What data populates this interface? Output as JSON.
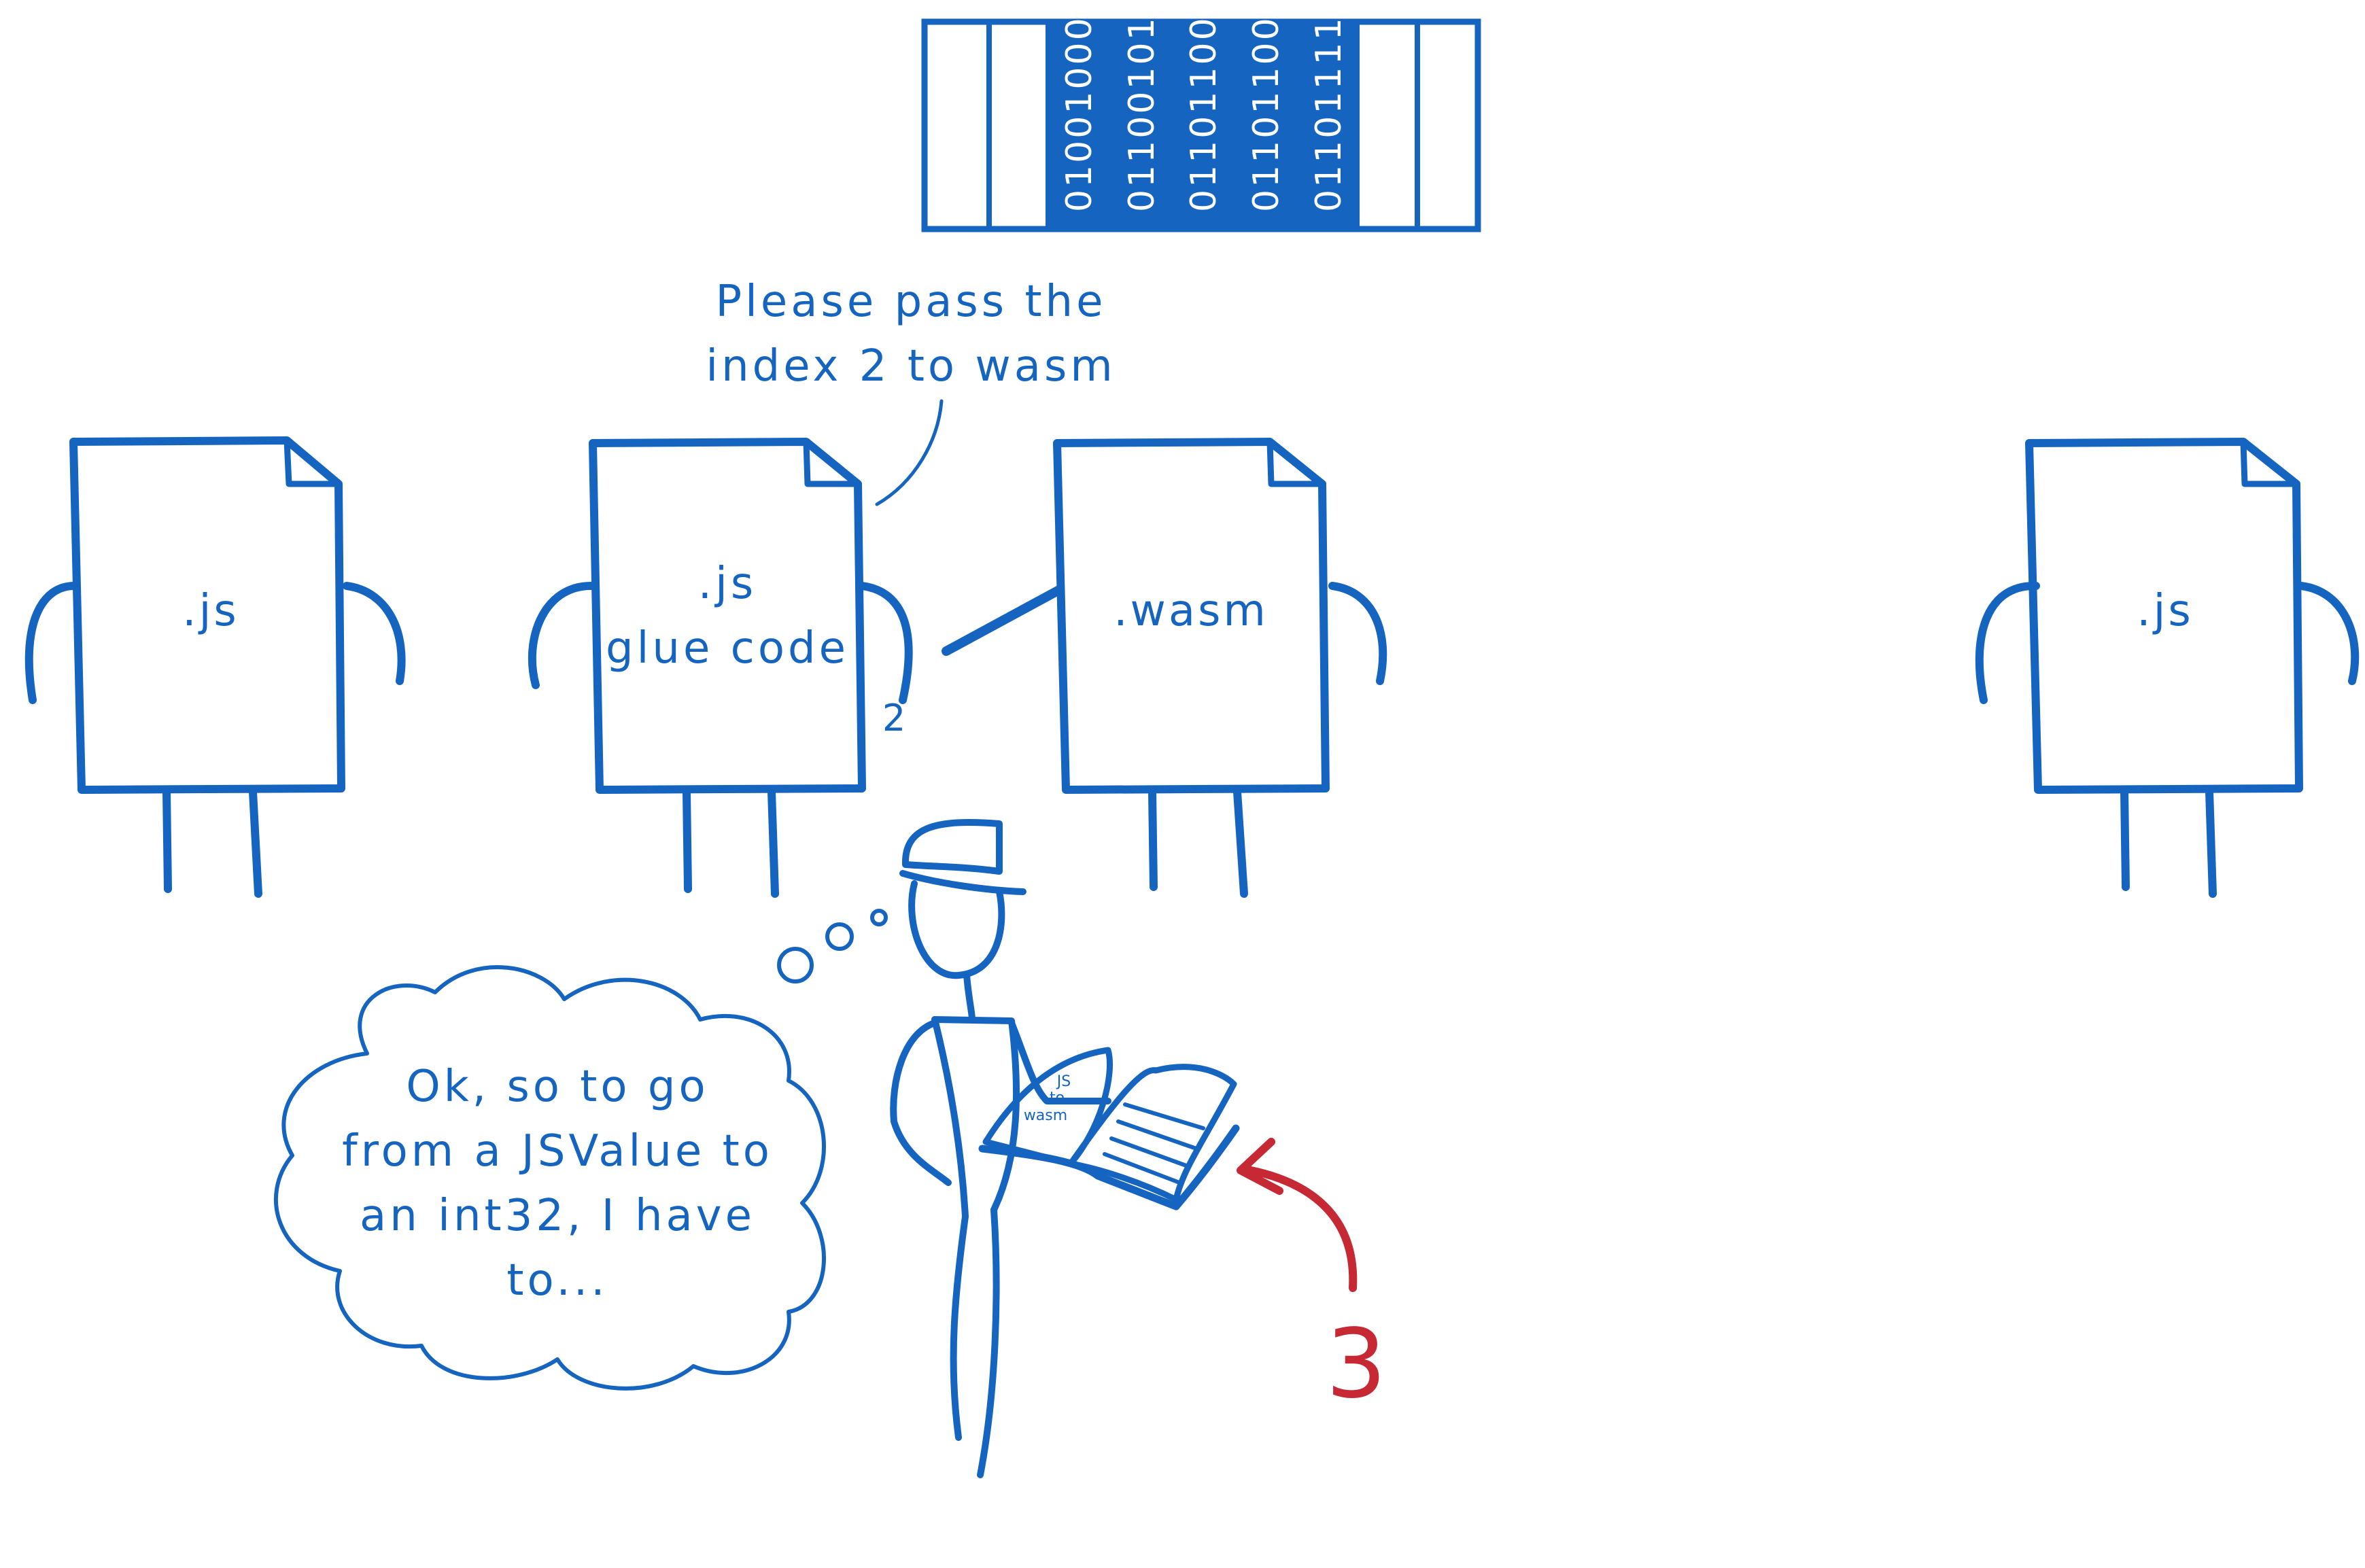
{
  "colors": {
    "ink": "#1565c0",
    "accent": "#c62834",
    "paper": "#ffffff"
  },
  "memory": {
    "bytes": [
      "01001000",
      "01100101",
      "01101100",
      "01101100",
      "01101111"
    ]
  },
  "speech": {
    "line1": "Please pass the",
    "line2": "index 2 to wasm"
  },
  "files": {
    "js_left": ".js",
    "glue_line1": ".js",
    "glue_line2": "glue code",
    "wasm": ".wasm",
    "js_right": ".js"
  },
  "passed_value": "2",
  "book": {
    "label_top": "JS",
    "label_mid": "to",
    "label_bottom": "wasm"
  },
  "thought": {
    "line1": "Ok, so to go",
    "line2": "from a JSValue to",
    "line3": "an int32, I have",
    "line4": "to..."
  },
  "step_number": "3"
}
